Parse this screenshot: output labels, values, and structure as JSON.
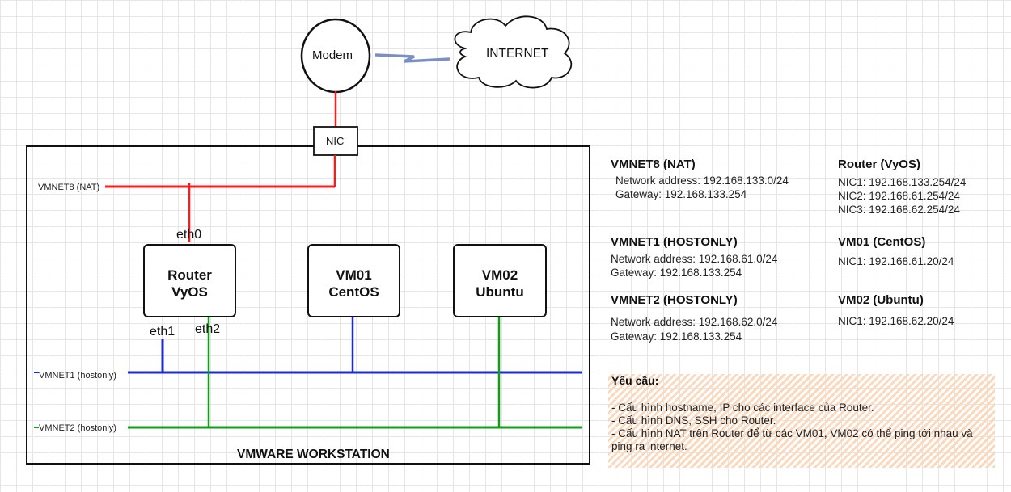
{
  "diagram": {
    "modem": "Modem",
    "internet": "INTERNET",
    "nic": "NIC",
    "vmnet8_label": "VMNET8 (NAT)",
    "vmnet1_label": "VMNET1 (hostonly)",
    "vmnet2_label": "VMNET2 (hostonly)",
    "eth0": "eth0",
    "eth1": "eth1",
    "eth2": "eth2",
    "router_box": [
      "Router",
      "VyOS"
    ],
    "vm01_box": [
      "VM01",
      "CentOS"
    ],
    "vm02_box": [
      "VM02",
      "Ubuntu"
    ],
    "workstation": "VMWARE WORKSTATION",
    "colors": {
      "nat": "#ff1a1a",
      "hostonly1": "#1a2bd6",
      "hostonly2": "#149c1a",
      "outline": "#111111",
      "link": "#7b8fc4"
    }
  },
  "info": {
    "vmnet8": {
      "title": "VMNET8 (NAT)",
      "lines": [
        "Network address: 192.168.133.0/24",
        "Gateway: 192.168.133.254"
      ]
    },
    "vmnet1": {
      "title": "VMNET1 (HOSTONLY)",
      "lines": [
        "Network address: 192.168.61.0/24",
        "Gateway: 192.168.133.254"
      ]
    },
    "vmnet2": {
      "title": "VMNET2 (HOSTONLY)",
      "lines": [
        "Network address: 192.168.62.0/24",
        "Gateway: 192.168.133.254"
      ]
    },
    "router": {
      "title": "Router (VyOS)",
      "lines": [
        "NIC1: 192.168.133.254/24",
        "NIC2: 192.168.61.254/24",
        "NIC3: 192.168.62.254/24"
      ]
    },
    "vm01": {
      "title": "VM01 (CentOS)",
      "lines": [
        "NIC1: 192.168.61.20/24"
      ]
    },
    "vm02": {
      "title": "VM02 (Ubuntu)",
      "lines": [
        "NIC1: 192.168.62.20/24"
      ]
    }
  },
  "requirements": {
    "title": "Yêu cầu:",
    "items": [
      "- Cấu hình hostname, IP cho các interface của Router.",
      "- Cấu hình DNS, SSH cho Router.",
      "- Cấu hình NAT trên Router để từ các VM01, VM02 có thể ping tới nhau và ping ra internet."
    ]
  }
}
